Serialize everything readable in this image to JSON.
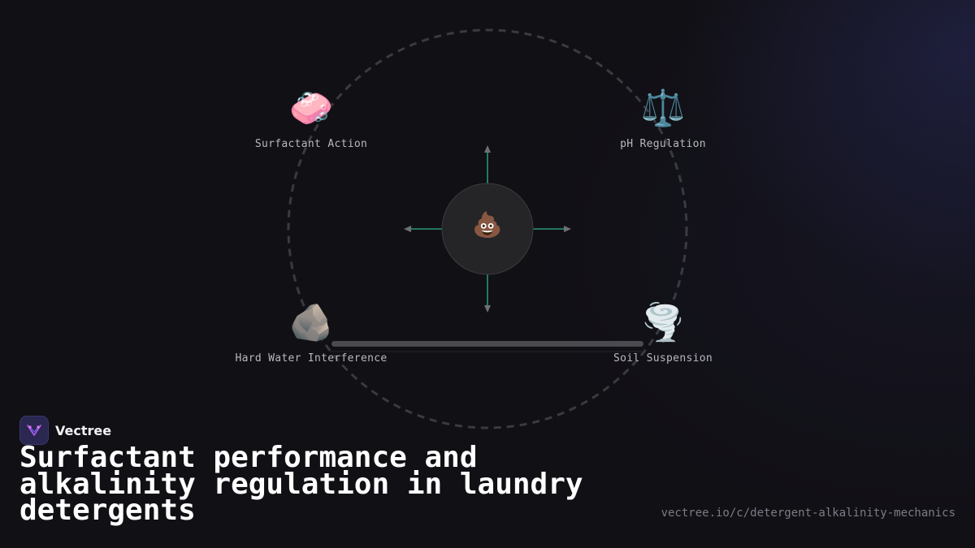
{
  "diagram": {
    "center_icon": "💩",
    "nodes": [
      {
        "id": "top-left",
        "icon": "🧼",
        "label": "Surfactant Action"
      },
      {
        "id": "top-right",
        "icon": "⚖️",
        "label": "pH Regulation"
      },
      {
        "id": "bottom-left",
        "icon": "🪨",
        "label": "Hard Water Interference"
      },
      {
        "id": "bottom-right",
        "icon": "🌪️",
        "label": "Soil Suspension"
      }
    ]
  },
  "brand": {
    "name": "Vectree"
  },
  "title": "Surfactant performance and alkalinity regulation in laundry detergents",
  "url": "vectree.io/c/detergent-alkalinity-mechanics",
  "colors": {
    "background": "#111015",
    "accent_line": "#2fb38f",
    "circle_stroke": "#3a3a3f",
    "center_fill": "#252527"
  }
}
